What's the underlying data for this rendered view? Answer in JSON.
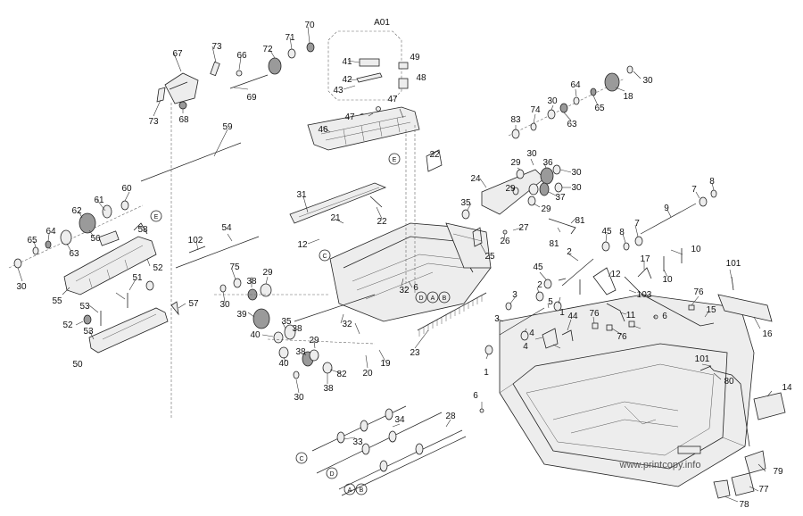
{
  "diagram": {
    "group_label": "A01",
    "watermark": "www.printcopy.info",
    "circled_letters": [
      "C",
      "E",
      "C",
      "D",
      "A",
      "B",
      "D",
      "A",
      "B",
      "E"
    ],
    "part_labels": [
      "70",
      "71",
      "72",
      "73",
      "66",
      "67",
      "69",
      "73",
      "68",
      "41",
      "42",
      "43",
      "49",
      "48",
      "47",
      "47",
      "46",
      "59",
      "60",
      "61",
      "62",
      "56",
      "58",
      "64",
      "65",
      "63",
      "30",
      "55",
      "52",
      "51",
      "53",
      "50",
      "57",
      "52",
      "53",
      "102",
      "54",
      "31",
      "21",
      "12",
      "22",
      "22",
      "75",
      "38",
      "29",
      "30",
      "39",
      "40",
      "35",
      "32",
      "6",
      "32",
      "38",
      "29",
      "40",
      "38",
      "82",
      "30",
      "38",
      "19",
      "20",
      "23",
      "83",
      "74",
      "30",
      "64",
      "65",
      "63",
      "18",
      "30",
      "29",
      "30",
      "36",
      "30",
      "29",
      "37",
      "30",
      "29",
      "24",
      "35",
      "26",
      "27",
      "81",
      "81",
      "25",
      "7",
      "8",
      "9",
      "7",
      "8",
      "10",
      "45",
      "17",
      "10",
      "2",
      "45",
      "12",
      "103",
      "76",
      "15",
      "16",
      "101",
      "3",
      "5",
      "1",
      "2",
      "4",
      "3",
      "44",
      "76",
      "76",
      "4",
      "1",
      "11",
      "6",
      "6",
      "101",
      "80",
      "14",
      "79",
      "77",
      "78",
      "33",
      "34",
      "28"
    ]
  }
}
